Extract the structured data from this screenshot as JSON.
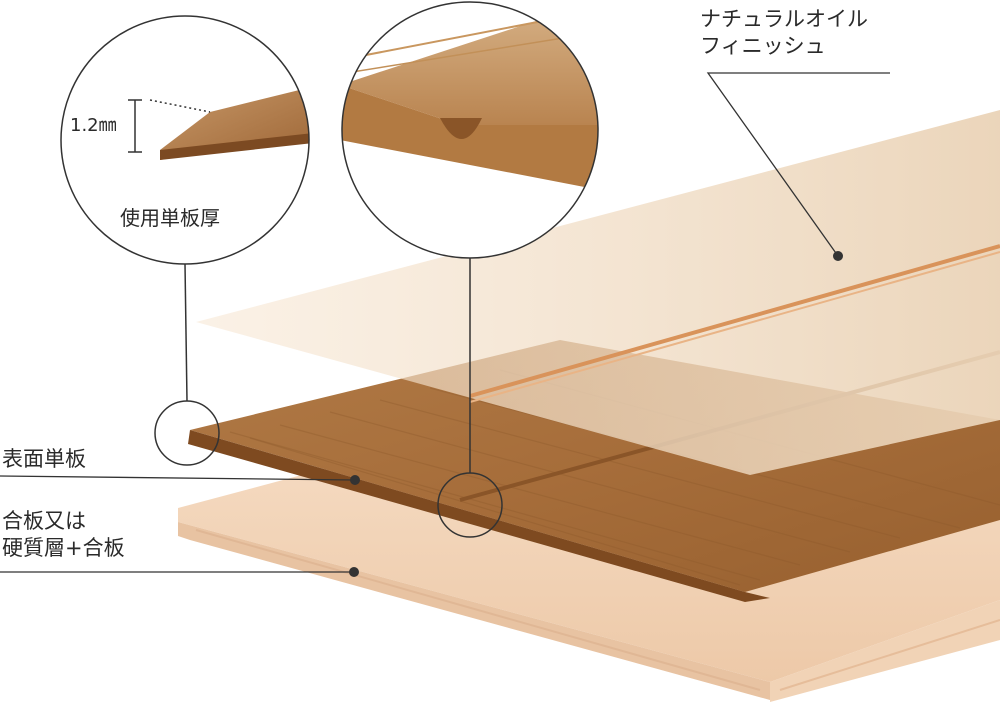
{
  "labels": {
    "finish_line1": "ナチュラルオイル",
    "finish_line2": "フィニッシュ",
    "face_veneer": "表面単板",
    "core_line1": "合板又は",
    "core_line2": "硬質層+合板",
    "thickness_value": "1.2㎜",
    "thickness_caption": "使用単板厚"
  },
  "colors": {
    "face_veneer": "#a9713f",
    "face_edge": "#8a5628",
    "core_board": "#f4d9bf",
    "core_edge": "#e6bfa0",
    "finish_film": "#f3dcc0",
    "groove": "#d9935a",
    "leader_line": "#333333",
    "circle_stroke": "#333333"
  }
}
